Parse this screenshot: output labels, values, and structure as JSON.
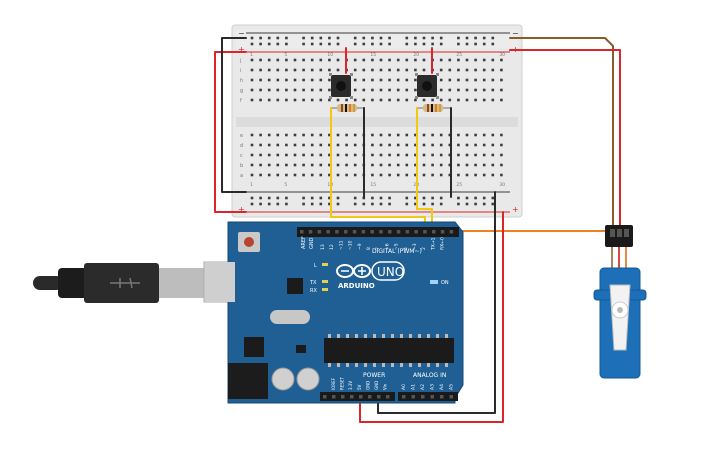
{
  "breadboard": {
    "power_top_left": "+",
    "power_top_right": "+",
    "power_bottom_left": "+",
    "power_bottom_right": "+",
    "minus_top_left": "−",
    "minus_top_right": "−",
    "row_letters_top": [
      "j",
      "i",
      "h",
      "g",
      "f"
    ],
    "row_letters_bottom": [
      "e",
      "d",
      "c",
      "b",
      "a"
    ],
    "column_numbers_shown": [
      "1",
      "5",
      "10",
      "15",
      "20",
      "25",
      "30"
    ]
  },
  "arduino": {
    "logo_text": "ARDUINO",
    "model": "UNO",
    "digital_label": "DIGITAL (PWM~)",
    "power_label": "POWER",
    "analog_label": "ANALOG IN",
    "on_label": "ON",
    "l_label": "L",
    "tx_label": "TX",
    "rx_label": "RX",
    "aref_label": "AREF",
    "gnd_label": "GND",
    "digital_pins": [
      "13",
      "12",
      "~11",
      "~10",
      "~9",
      "8",
      "7",
      "~6",
      "~5",
      "4",
      "~3",
      "2",
      "TX→1",
      "RX←0"
    ],
    "power_pins": [
      "IOREF",
      "RESET",
      "3.3V",
      "5V",
      "GND",
      "GND",
      "Vin"
    ],
    "analog_pins": [
      "A0",
      "A1",
      "A2",
      "A3",
      "A4",
      "A5"
    ]
  },
  "colors": {
    "board_blue": "#1f5f94",
    "breadboard": "#e8e8e8",
    "wire_red": "#d8262b",
    "wire_black": "#2a2a2a",
    "wire_yellow": "#f2c811",
    "wire_orange": "#f0821e",
    "wire_brown": "#8a5a2b",
    "servo_blue": "#1d6fb8"
  },
  "icons": [
    "usb-cable-icon",
    "reset-button-icon",
    "servo-motor-icon",
    "pushbutton-icon",
    "resistor-icon"
  ]
}
